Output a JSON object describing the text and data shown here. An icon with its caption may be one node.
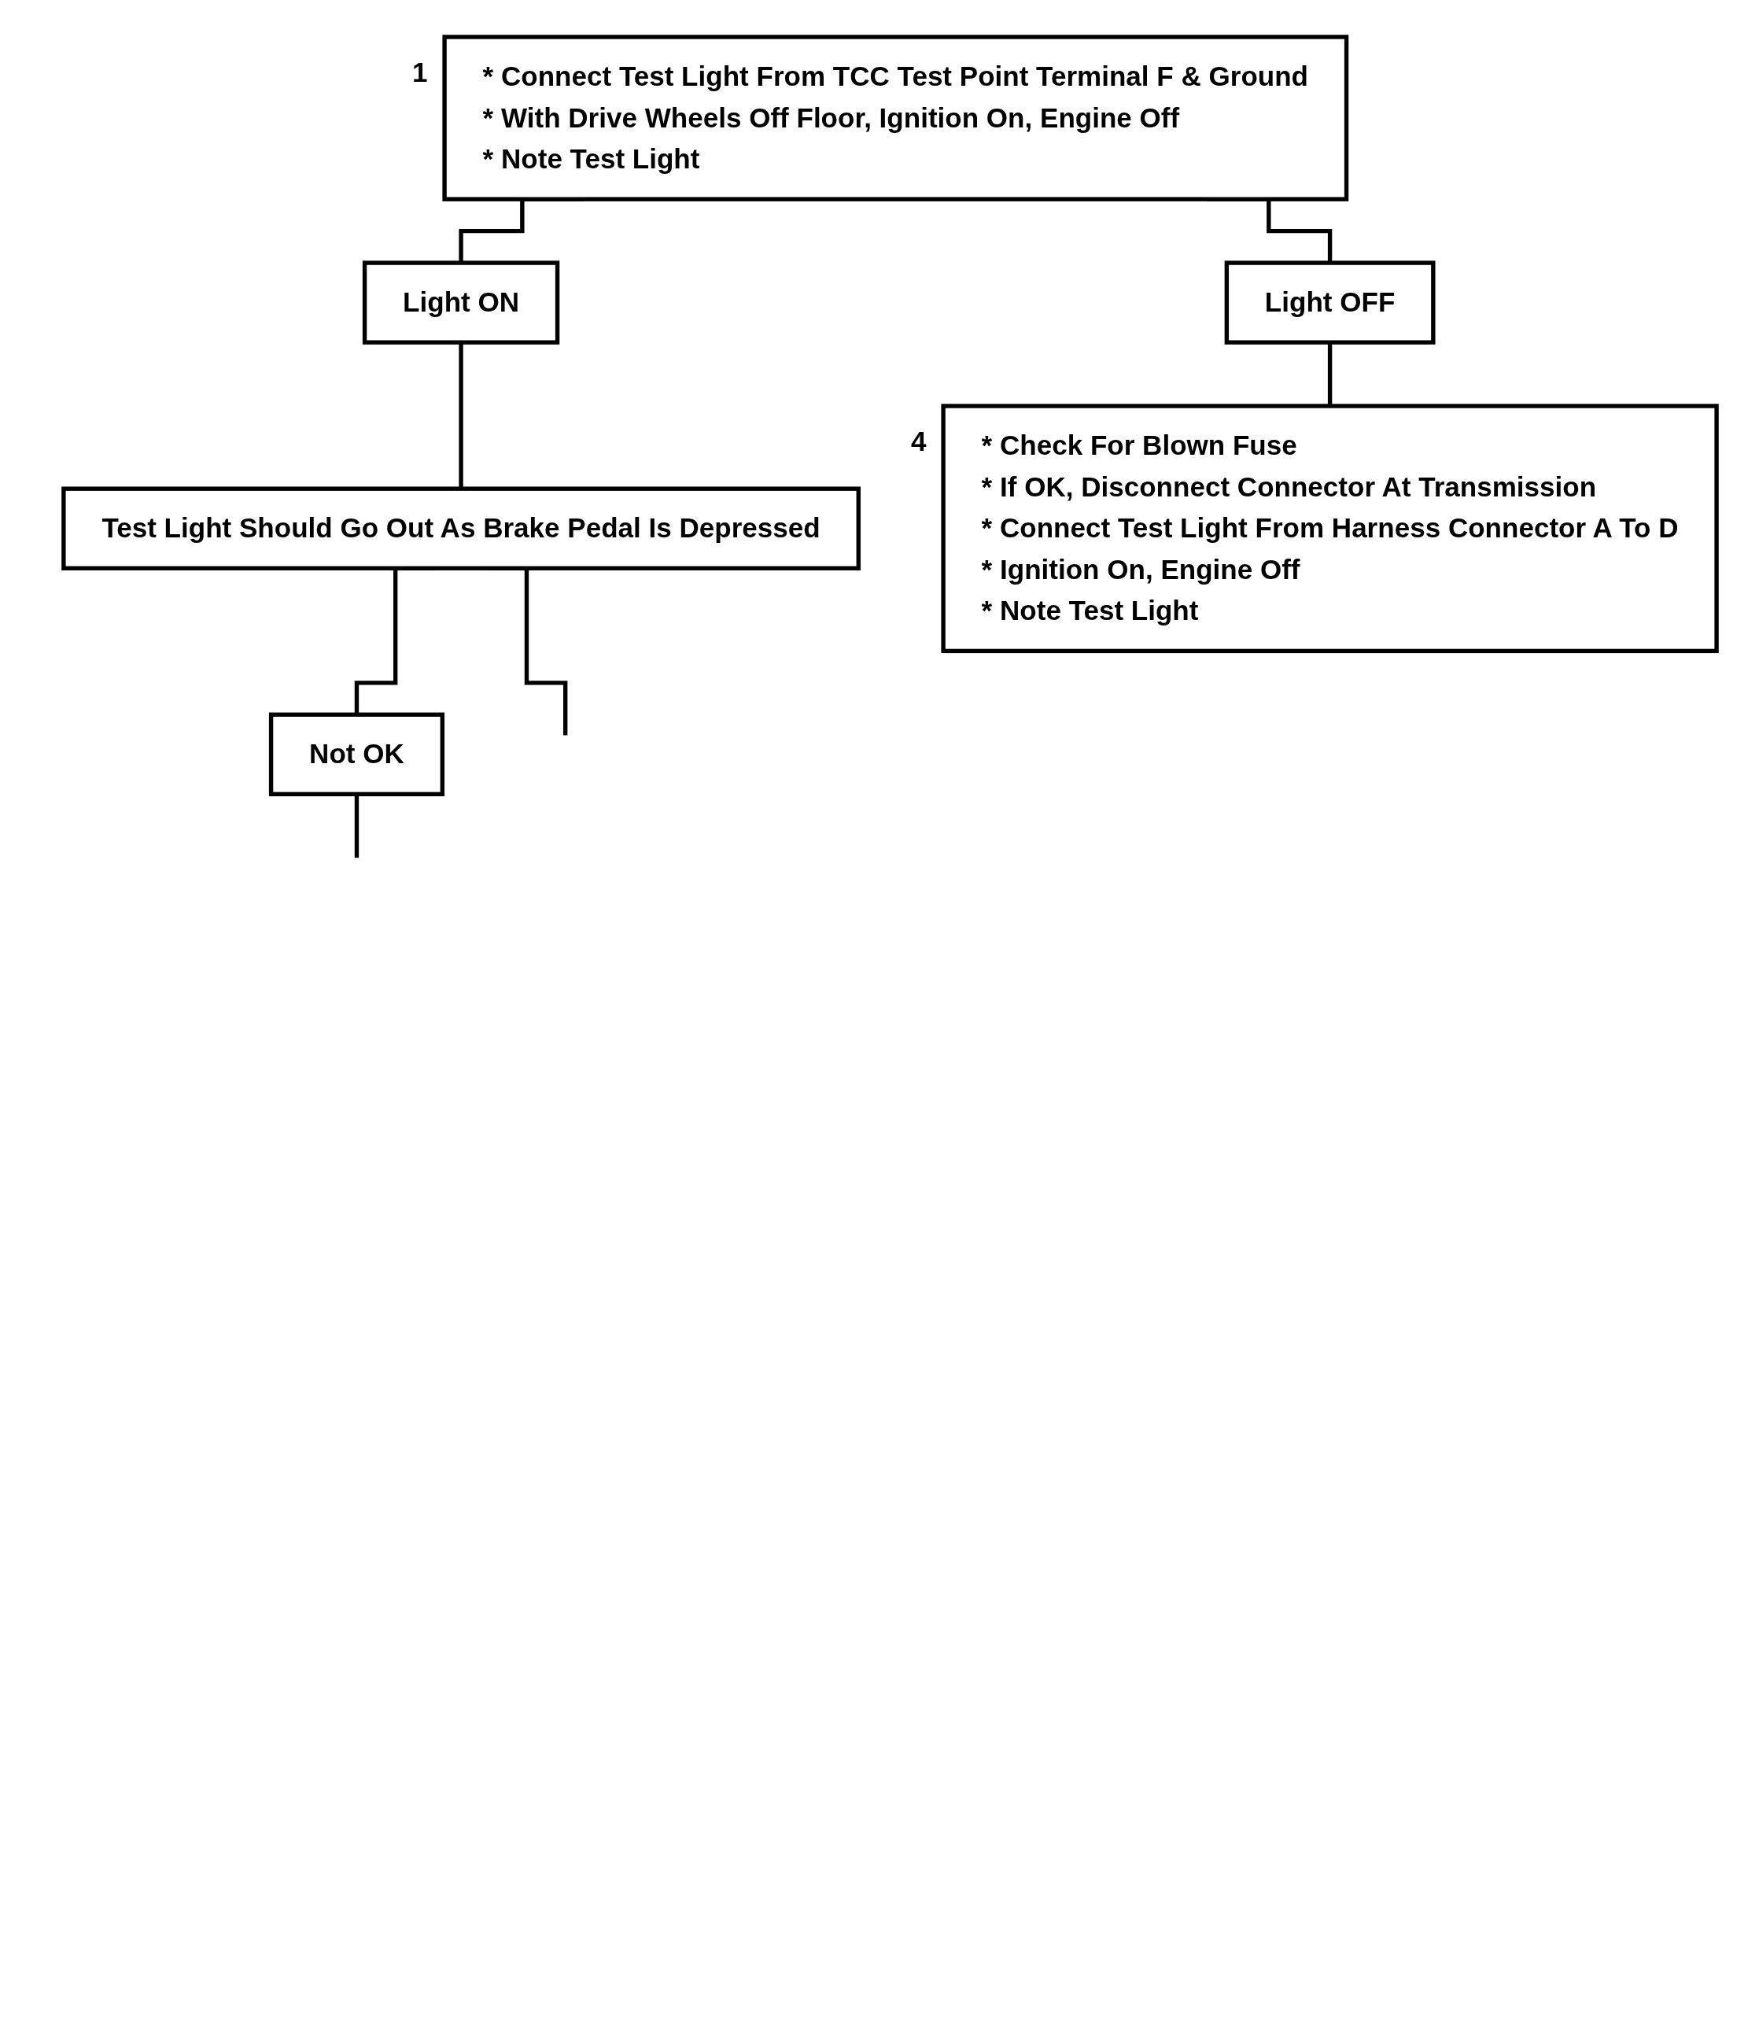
{
  "diagram": {
    "nodes": [
      {
        "text": [
          "* Connect Test Light From TCC Test Point Terminal F & Ground",
          "* With Drive Wheels Off Floor, Ignition On, Engine Off",
          "* Note Test Light"
        ],
        "beside": [
          "1"
        ]
      },
      {
        "text": [
          "Light ON"
        ]
      },
      {
        "text": [
          "Light OFF"
        ]
      },
      {
        "text": [
          "Test Light Should Go Out As Brake Pedal Is Depressed"
        ]
      },
      {
        "text": [
          "* Check For Blown Fuse",
          "* If OK, Disconnect Connector At Transmission",
          "* Connect Test Light From Harness Connector A To D",
          "* Ignition On, Engine Off",
          "* Note Test Light"
        ],
        "beside": [
          "4"
        ]
      },
      {
        "text": [
          "Not OK"
        ]
      }
    ],
    "edges": [
      {
        "from": 0,
        "to": 1,
        "arrow": "none"
      },
      {
        "from": 0,
        "to": 2,
        "arrow": "none"
      },
      {
        "from": 1,
        "to": 3,
        "arrow": "none"
      },
      {
        "from": 2,
        "to": 4,
        "arrow": "none"
      },
      {
        "from": 3,
        "to": 5,
        "arrow": "none"
      },
      {
        "from": 3,
        "to": null,
        "arrow": "none"
      },
      {
        "from": 5,
        "to": null,
        "arrow": "none"
      }
    ]
  }
}
